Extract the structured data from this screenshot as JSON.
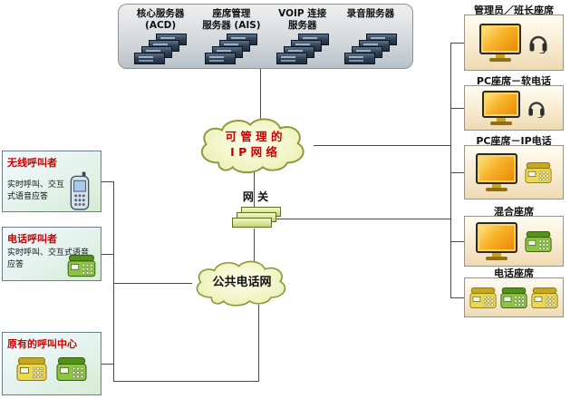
{
  "colors": {
    "accent_red": "#cc0000",
    "connector_line": "#4a4a4a",
    "cloud_stroke": "#8a9a3a",
    "cloud_fill": "#f4f7c9",
    "monitor_orange": "#f7b32b",
    "phone_green": "#8cc63f",
    "phone_yellow": "#ecd94e",
    "server_dark": "#1f2c3b"
  },
  "icons": {
    "server": "server-stack-icon",
    "cloud": "cloud-shape",
    "gateway": "stacked-cards-icon",
    "monitor": "crt-monitor-icon",
    "headset": "headset-icon",
    "desk_phone": "desk-phone-icon",
    "mobile_phone": "mobile-phone-icon"
  },
  "server_panel": {
    "items": [
      {
        "line1": "核心服务器",
        "line2": "(ACD)"
      },
      {
        "line1": "座席管理",
        "line2": "服务器 (AIS)"
      },
      {
        "line1": "VOIP 连接",
        "line2": "服务器"
      },
      {
        "line1": "录音服务器",
        "line2": ""
      }
    ]
  },
  "ip_cloud": {
    "line1": "可 管 理 的",
    "line2": "I P 网 络"
  },
  "gateway": {
    "label": "网 关"
  },
  "pstn_cloud": {
    "label": "公共电话网"
  },
  "left_boxes": [
    {
      "title": "无线呼叫者",
      "body": "实时呼叫、交互式语音应答"
    },
    {
      "title": "电话呼叫者",
      "body": "实时呼叫、交互式语音应答"
    },
    {
      "title": "原有的呼叫中心",
      "body": ""
    }
  ],
  "right_items": [
    {
      "label": "管理员／班长座席"
    },
    {
      "label": "PC座席－软电话"
    },
    {
      "label": "PC座席－IP电话"
    },
    {
      "label": "混合座席"
    },
    {
      "label": "电话座席"
    }
  ]
}
